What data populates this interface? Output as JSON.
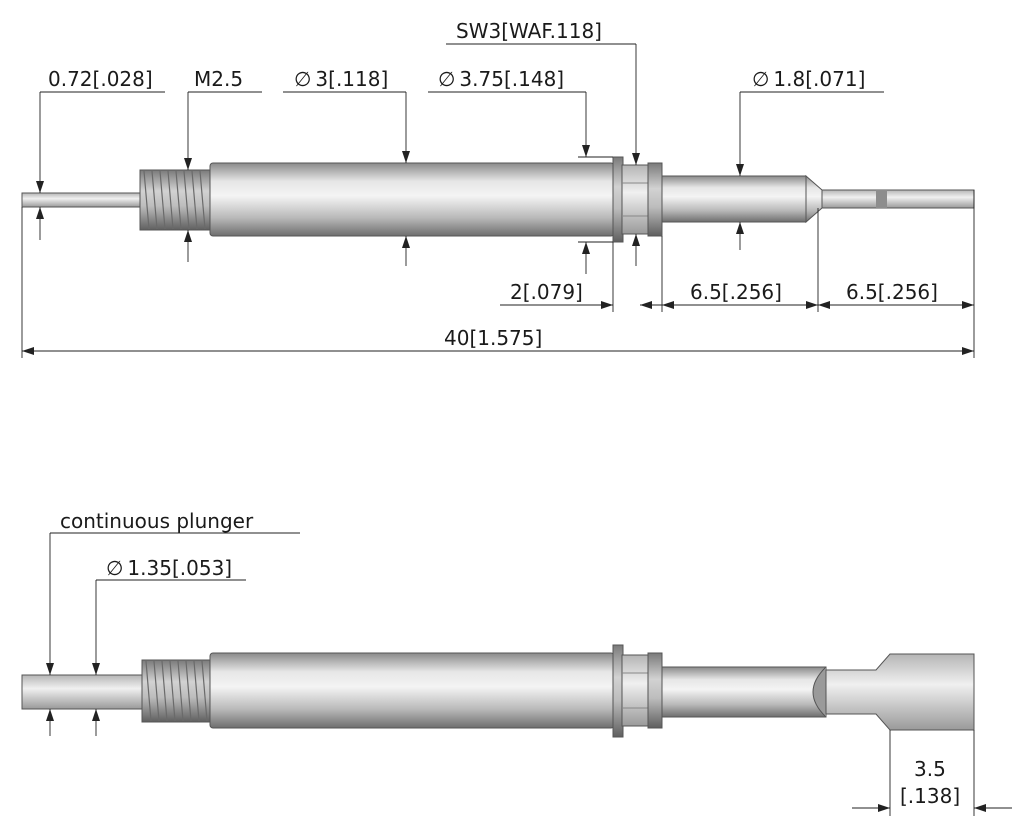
{
  "drawing": {
    "top_view": {
      "dimensions": {
        "tip_diameter": "0.72[.028]",
        "thread": "M2.5",
        "body_diameter": "3[.118]",
        "flange_diameter": "3.75[.148]",
        "wrench_flat": "SW3[WAF.118]",
        "plunger_diameter": "1.8[.071]",
        "flange_length": "2[.079]",
        "plunger_length_1": "6.5[.256]",
        "plunger_length_2": "6.5[.256]",
        "overall_length": "40[1.575]"
      },
      "diameter_symbol": "∅"
    },
    "bottom_view": {
      "label_continuous_plunger": "continuous plunger",
      "plunger_diameter": "1.35[.053]",
      "paddle_width_mm": "3.5",
      "paddle_width_in": "[.138]",
      "diameter_symbol": "∅"
    }
  }
}
